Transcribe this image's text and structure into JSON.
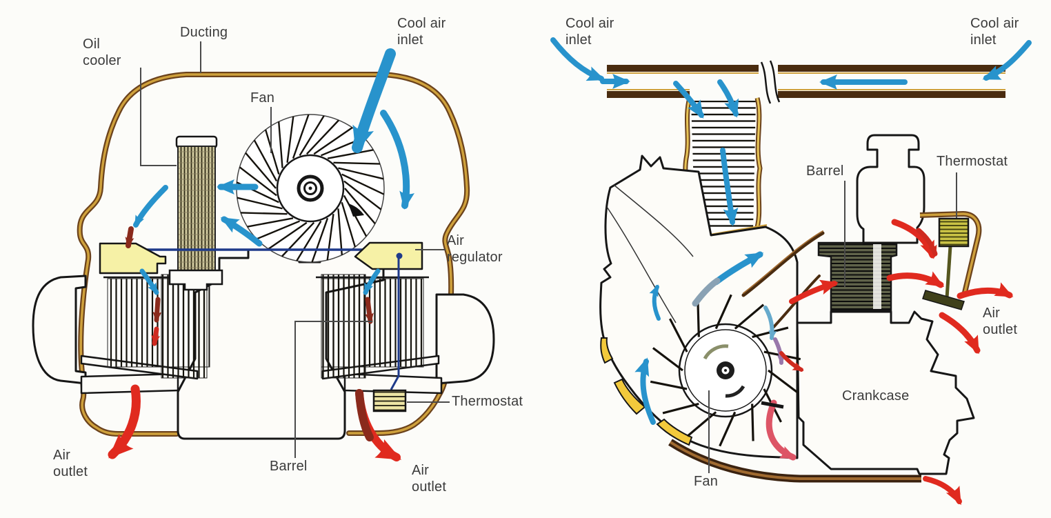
{
  "figure": {
    "type": "technical-cutaway-diagram",
    "subject": "Air-cooled engine cooling system (two cutaway views)"
  },
  "palette": {
    "cool_air_blue": "#2893cc",
    "hot_air_red": "#e02a1f",
    "heated_air_maroon": "#8a2a1c",
    "warm_air_pink": "#dd5566",
    "duct_gold": "#cfa13c",
    "duct_brown": "#6b421c",
    "regulator_flap_yellow": "#f6f1a6",
    "housing_patch_yellow": "#f2c93c",
    "thermostat_olive": "#c9c245",
    "outline_ink": "#161616",
    "label_text": "#3b3b3b"
  },
  "left_view": {
    "name": "front cutaway",
    "labels": {
      "oil_cooler": "Oil\ncooler",
      "ducting": "Ducting",
      "fan": "Fan",
      "cool_air_inlet": "Cool air\ninlet",
      "air_regulator": "Air\nregulator",
      "thermostat": "Thermostat",
      "barrel": "Barrel",
      "air_outlet_left": "Air\noutlet",
      "air_outlet_right": "Air\noutlet"
    }
  },
  "right_view": {
    "name": "side cutaway",
    "labels": {
      "cool_air_inlet_left": "Cool air\ninlet",
      "cool_air_inlet_right": "Cool air\ninlet",
      "barrel": "Barrel",
      "thermostat": "Thermostat",
      "air_outlet": "Air\noutlet",
      "crankcase": "Crankcase",
      "fan": "Fan"
    }
  }
}
